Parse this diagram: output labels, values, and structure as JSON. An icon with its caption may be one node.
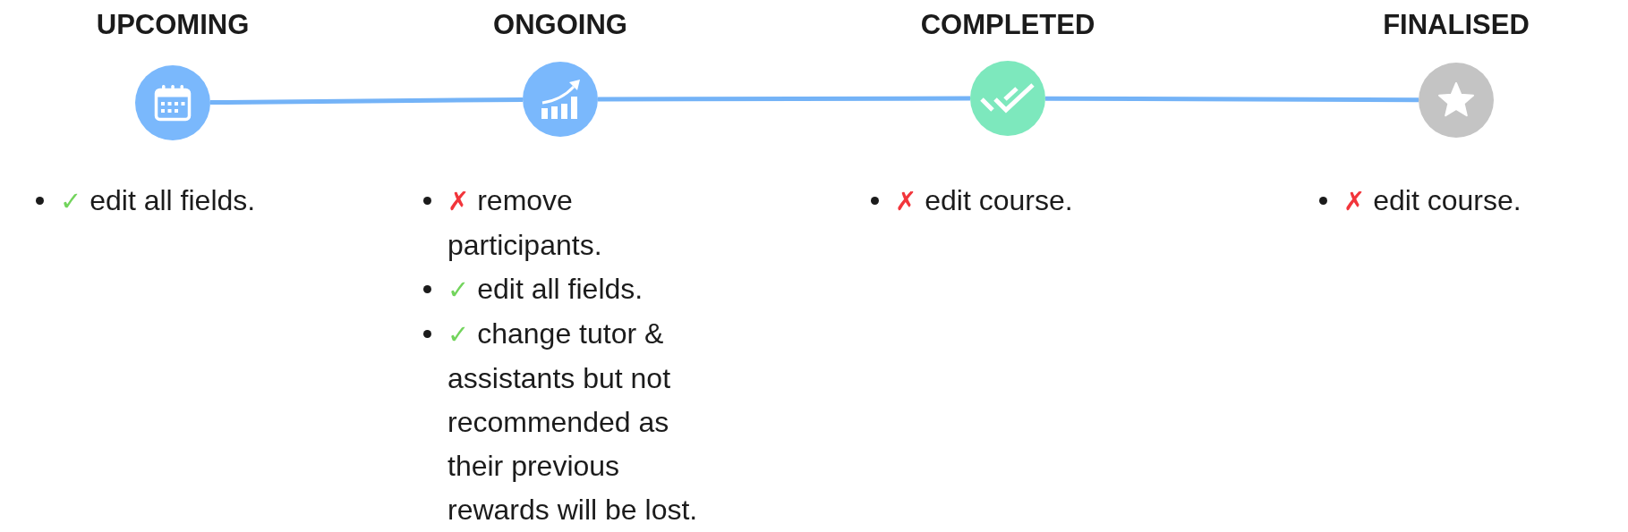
{
  "diagram": {
    "nodes": [
      {
        "text": [
          "UPCOMING"
        ],
        "beside": [
          "✓ edit all fields."
        ]
      },
      {
        "text": [
          "ONGOING"
        ],
        "beside": [
          "✗ remove participants.",
          "✓ edit all fields.",
          "✓ change tutor & assistants but not recommended as their previous rewards will be lost."
        ]
      },
      {
        "text": [
          "COMPLETED"
        ],
        "beside": [
          "✗ edit course."
        ]
      },
      {
        "text": [
          "FINALISED"
        ],
        "beside": [
          "✗ edit course."
        ]
      }
    ],
    "edges": [
      {
        "from": 0,
        "to": 1,
        "arrow": "none"
      },
      {
        "from": 1,
        "to": 2,
        "arrow": "none"
      },
      {
        "from": 2,
        "to": 3,
        "arrow": "none"
      }
    ]
  }
}
